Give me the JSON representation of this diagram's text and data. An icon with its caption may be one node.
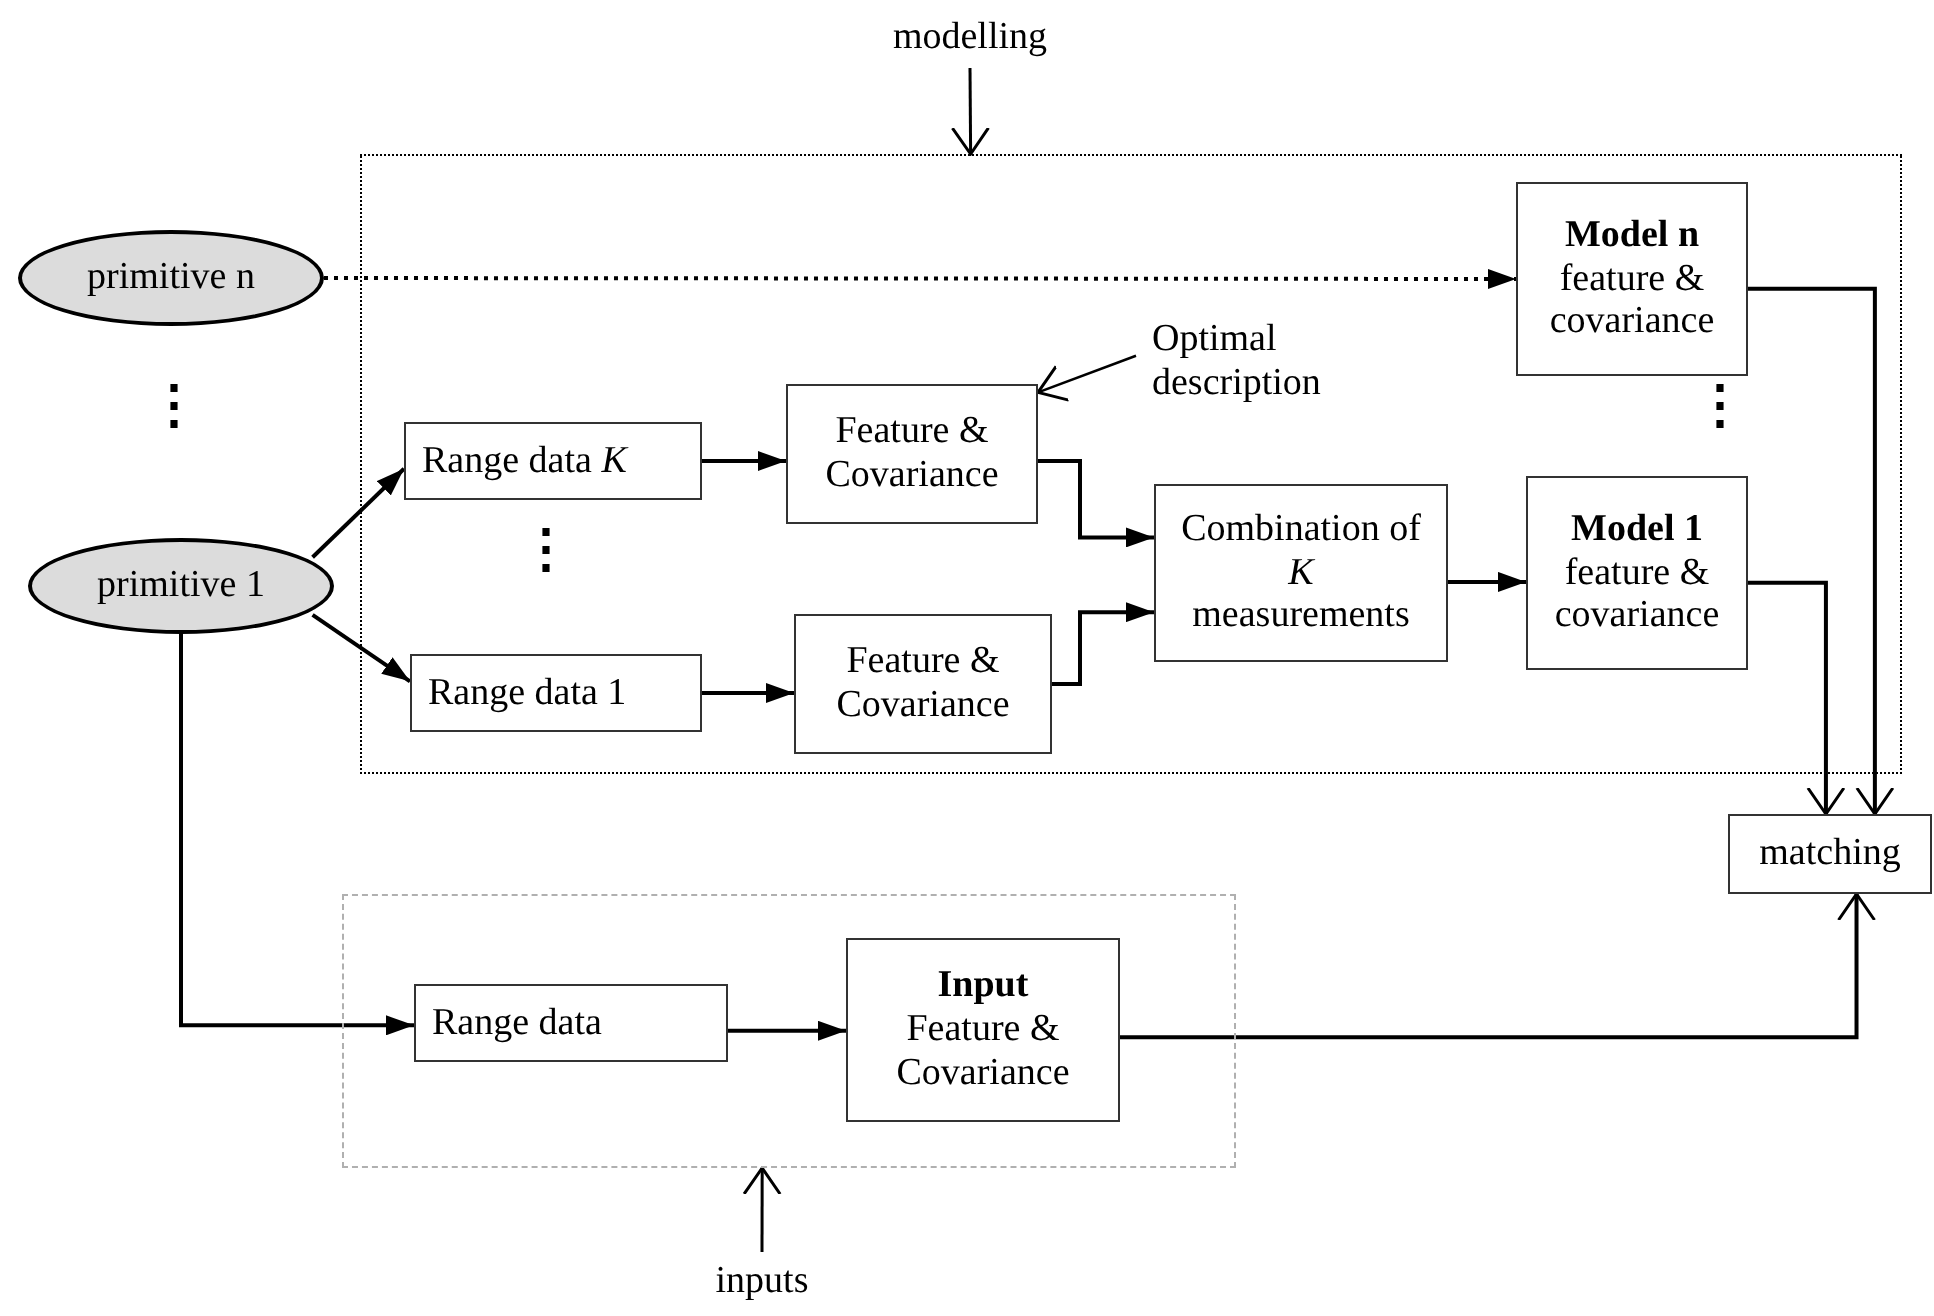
{
  "diagram": {
    "nodes": [
      {
        "text": [
          "modelling"
        ]
      },
      {
        "text": [],
        "shape": "box"
      },
      {
        "text": [
          "primitive n"
        ]
      },
      {
        "text": [
          "primitive 1"
        ]
      },
      {
        "text": [
          "Range data *K*"
        ],
        "in": 1
      },
      {
        "text": [
          "Feature & Covariance"
        ],
        "in": 1
      },
      {
        "text": [
          "Optimal description"
        ],
        "in": 1
      },
      {
        "text": [
          "Range data 1"
        ],
        "in": 1
      },
      {
        "text": [
          "Feature & Covariance"
        ],
        "in": 1
      },
      {
        "text": [
          "Combination of *K* measurements"
        ],
        "in": 1
      },
      {
        "text": [
          "Model n",
          "feature & covariance"
        ],
        "in": 1
      },
      {
        "text": [
          "Model 1",
          "feature & covariance"
        ],
        "in": 1
      },
      {
        "text": [
          "matching"
        ]
      },
      {
        "text": [],
        "shape": "box"
      },
      {
        "text": [
          "Range data"
        ],
        "in": 13
      },
      {
        "text": [
          "Input",
          "Feature & Covariance"
        ],
        "in": 13
      },
      {
        "text": [
          "inputs"
        ]
      }
    ],
    "edges": [
      {
        "from": 0,
        "to": 1,
        "arrow": "to"
      },
      {
        "from": 2,
        "to": 10,
        "arrow": "to",
        "style": "dashed"
      },
      {
        "from": 3,
        "to": 4,
        "arrow": "to"
      },
      {
        "from": 3,
        "to": 7,
        "arrow": "to"
      },
      {
        "from": 4,
        "to": 5,
        "arrow": "to"
      },
      {
        "from": 7,
        "to": 8,
        "arrow": "to"
      },
      {
        "from": 5,
        "to": 9,
        "arrow": "to"
      },
      {
        "from": 8,
        "to": 9,
        "arrow": "to"
      },
      {
        "from": 9,
        "to": 11,
        "arrow": "to"
      },
      {
        "from": 10,
        "to": 12,
        "arrow": "to"
      },
      {
        "from": 11,
        "to": 12,
        "arrow": "to"
      },
      {
        "from": 3,
        "to": 14,
        "arrow": "to"
      },
      {
        "from": 14,
        "to": 15,
        "arrow": "to"
      },
      {
        "from": 15,
        "to": 12,
        "arrow": "to"
      },
      {
        "from": 6,
        "to": 5,
        "arrow": "to"
      },
      {
        "from": 16,
        "to": 13,
        "arrow": "to"
      }
    ],
    "labels": [
      "⋮",
      "⋮",
      "⋮"
    ]
  }
}
